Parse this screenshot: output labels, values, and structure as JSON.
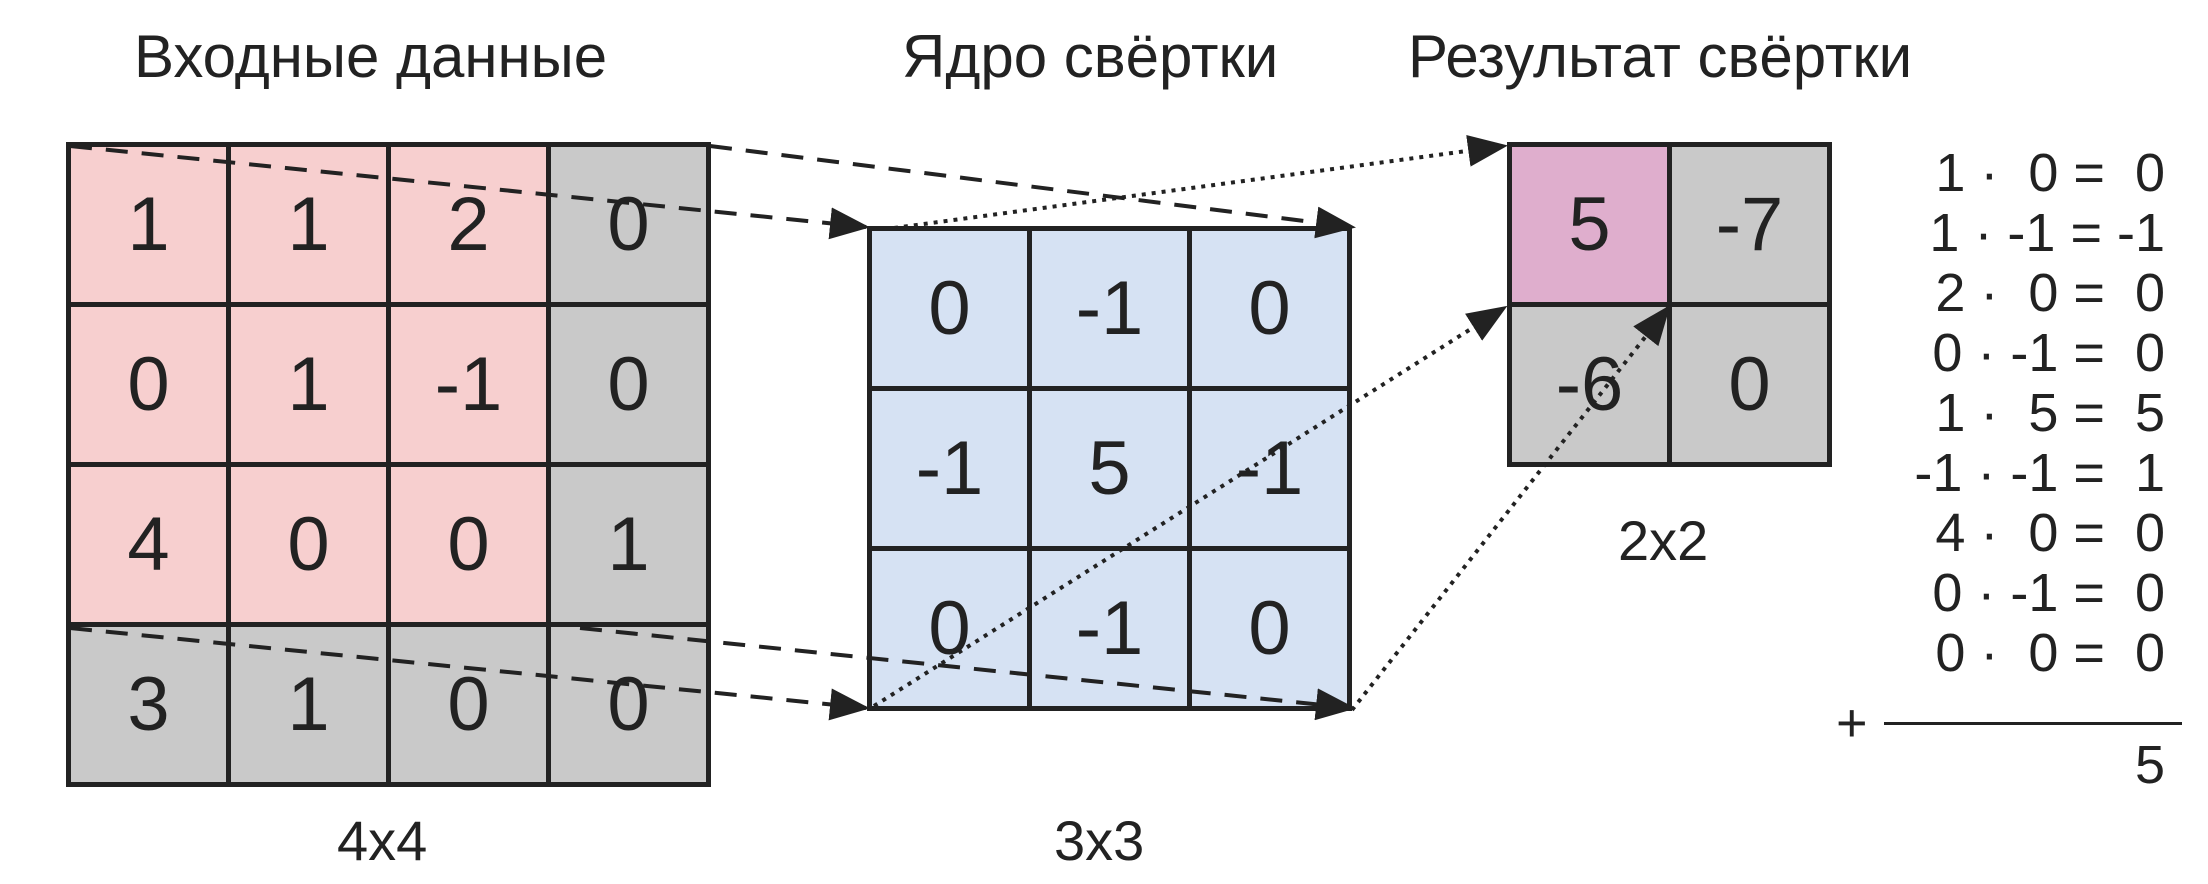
{
  "titles": {
    "input": "Входные данные",
    "kernel": "Ядро свёртки",
    "result": "Результат свёртки"
  },
  "dims": {
    "input": "4x4",
    "kernel": "3x3",
    "result": "2x2"
  },
  "input_matrix": [
    [
      "1",
      "1",
      "2",
      "0"
    ],
    [
      "0",
      "1",
      "-1",
      "0"
    ],
    [
      "4",
      "0",
      "0",
      "1"
    ],
    [
      "3",
      "1",
      "0",
      "0"
    ]
  ],
  "kernel_matrix": [
    [
      "0",
      "-1",
      "0"
    ],
    [
      "-1",
      "5",
      "-1"
    ],
    [
      "0",
      "-1",
      "0"
    ]
  ],
  "result_matrix": [
    [
      "5",
      "-7"
    ],
    [
      "-6",
      "0"
    ]
  ],
  "calc": {
    "lines": [
      "1 ·  0 =  0",
      "1 · -1 = -1",
      "2 ·  0 =  0",
      "0 · -1 =  0",
      "1 ·  5 =  5",
      "-1 · -1 =  1",
      "4 ·  0 =  0",
      "0 · -1 =  0",
      "0 ·  0 =  0"
    ],
    "plus": "+",
    "sum": "5"
  },
  "colors": {
    "window": "#f7cfcf",
    "outside": "#c9c9c9",
    "kernel": "#d6e2f3",
    "highlight": "#dfaecd",
    "line": "#222222"
  }
}
